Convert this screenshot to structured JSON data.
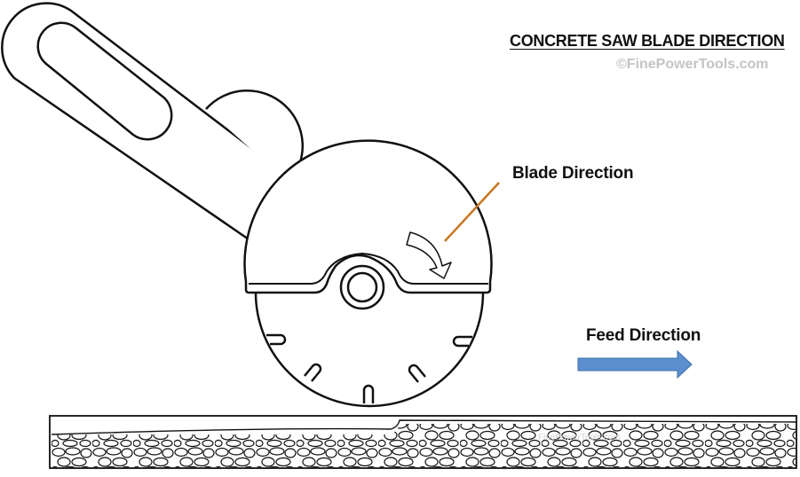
{
  "title": "CONCRETE SAW BLADE DIRECTION",
  "copyright": "©FinePowerTools.com",
  "labels": {
    "blade_direction": "Blade Direction",
    "feed_direction": "Feed Direction"
  },
  "watermark": "FinePowerTools.com",
  "colors": {
    "outline": "#111111",
    "leader_line": "#c87520",
    "feed_arrow": "#5b8fd0",
    "copyright_text": "#c4c4c4"
  },
  "icons": {
    "blade_rotation": "curved-arrow-clockwise",
    "feed": "right-arrow"
  }
}
